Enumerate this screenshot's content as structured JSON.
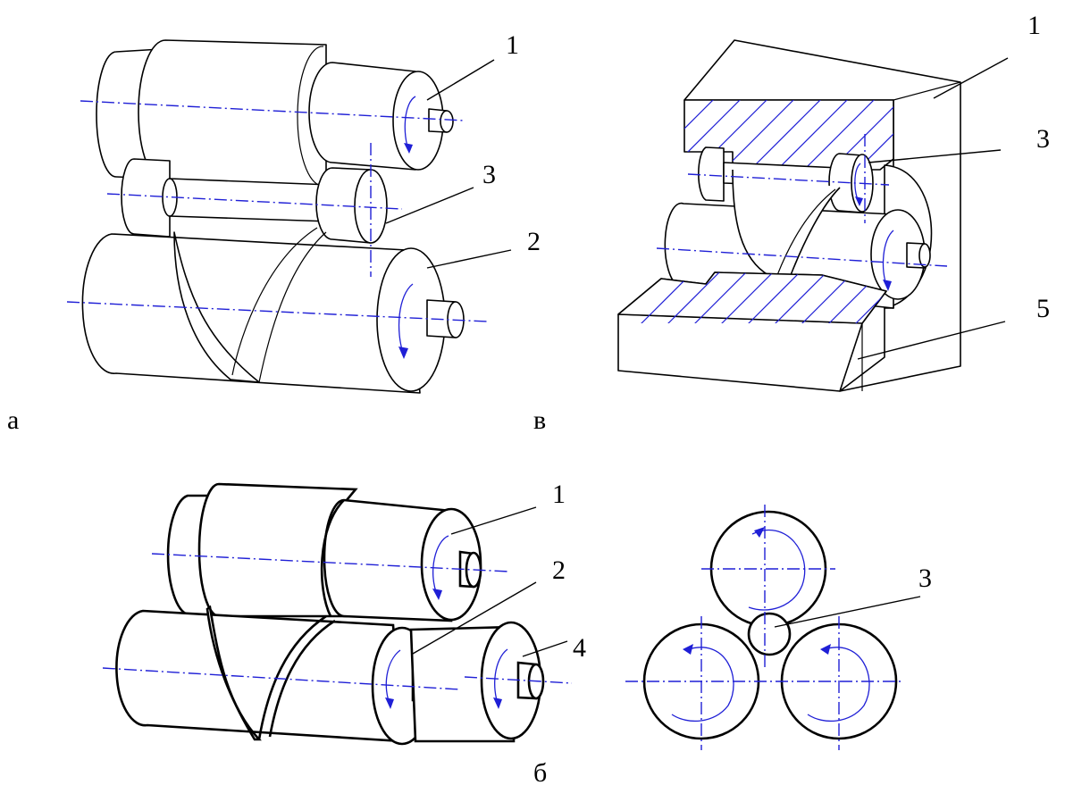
{
  "panels": {
    "a": {
      "caption": "а",
      "labels": {
        "roll_upper": "1",
        "roll_small": "3",
        "roll_lower": "2"
      }
    },
    "v": {
      "caption": "в",
      "labels": {
        "block": "1",
        "roll_small": "3",
        "base": "5"
      }
    },
    "b": {
      "caption": "б",
      "labels": {
        "roll_upper": "1",
        "roll_lower": "2",
        "roll_right": "4"
      }
    },
    "g": {
      "labels": {
        "roll_small": "3"
      }
    }
  },
  "colors": {
    "outline": "#000000",
    "axis_lines": "#1f1fd6",
    "hatching": "#1f1fd6"
  }
}
